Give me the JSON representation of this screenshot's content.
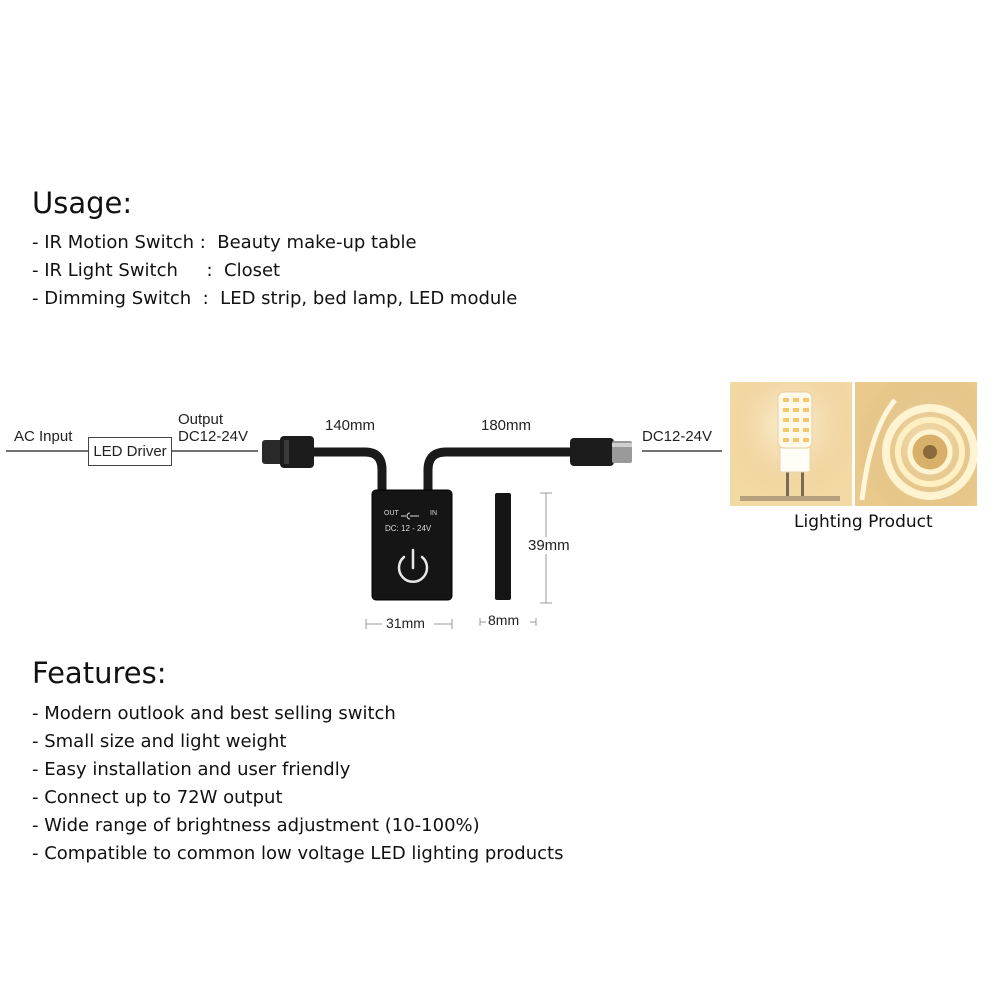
{
  "usage": {
    "heading": "Usage:",
    "items": [
      "- IR Motion Switch :  Beauty make-up table",
      "- IR Light Switch     :  Closet",
      "- Dimming Switch  :  LED strip, bed lamp, LED module"
    ]
  },
  "diagram": {
    "ac_input": "AC Input",
    "led_driver": "LED Driver",
    "output_line1": "Output",
    "output_line2": "DC12-24V",
    "cable_left": "140mm",
    "cable_right": "180mm",
    "dc_right": "DC12-24V",
    "switch_out": "OUT",
    "switch_in": "IN",
    "switch_voltage": "DC: 12 - 24V",
    "height": "39mm",
    "width": "31mm",
    "depth": "8mm",
    "lighting_product": "Lighting Product",
    "colors": {
      "switch_body": "#151515",
      "cable": "#1a1a1a",
      "warm_light": "#f3d9a4"
    },
    "icons": [
      "power-icon",
      "dc-polarity-icon"
    ]
  },
  "features": {
    "heading": "Features:",
    "items": [
      "- Modern outlook and best selling switch",
      "- Small size and light weight",
      "- Easy installation and user friendly",
      "- Connect up to 72W output",
      "- Wide range of brightness adjustment (10-100%)",
      "- Compatible to common low voltage LED lighting products"
    ]
  }
}
